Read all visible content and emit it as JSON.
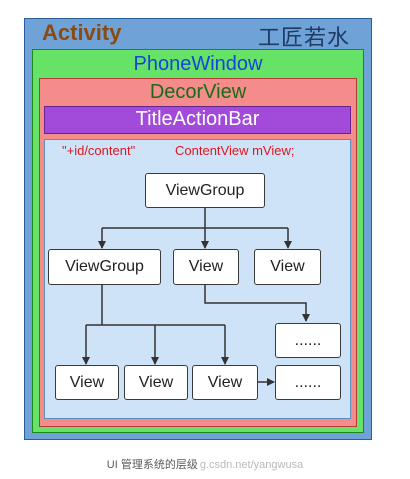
{
  "layers": {
    "activity": "Activity",
    "logo_text": "工匠若水",
    "phone_window": "PhoneWindow",
    "decor_view": "DecorView",
    "title_action_bar": "TitleActionBar",
    "content_id": "\"+id/content\"",
    "content_view": "ContentView mView;"
  },
  "nodes": {
    "root": "ViewGroup",
    "child_group": "ViewGroup",
    "child_view_1": "View",
    "child_view_2": "View",
    "leaf_view_1": "View",
    "leaf_view_2": "View",
    "leaf_view_3": "View",
    "more_1": "......",
    "more_2": "......"
  },
  "caption": {
    "text": "UI 管理系统的层级",
    "watermark": "g.csdn.net/yangwusa"
  },
  "colors": {
    "activity": "#6fa3d8",
    "phone_window": "#66e266",
    "decor_view": "#f48c8c",
    "title_action_bar": "#a24ad9",
    "content": "#cfe3f8",
    "content_label": "#e0161f"
  }
}
